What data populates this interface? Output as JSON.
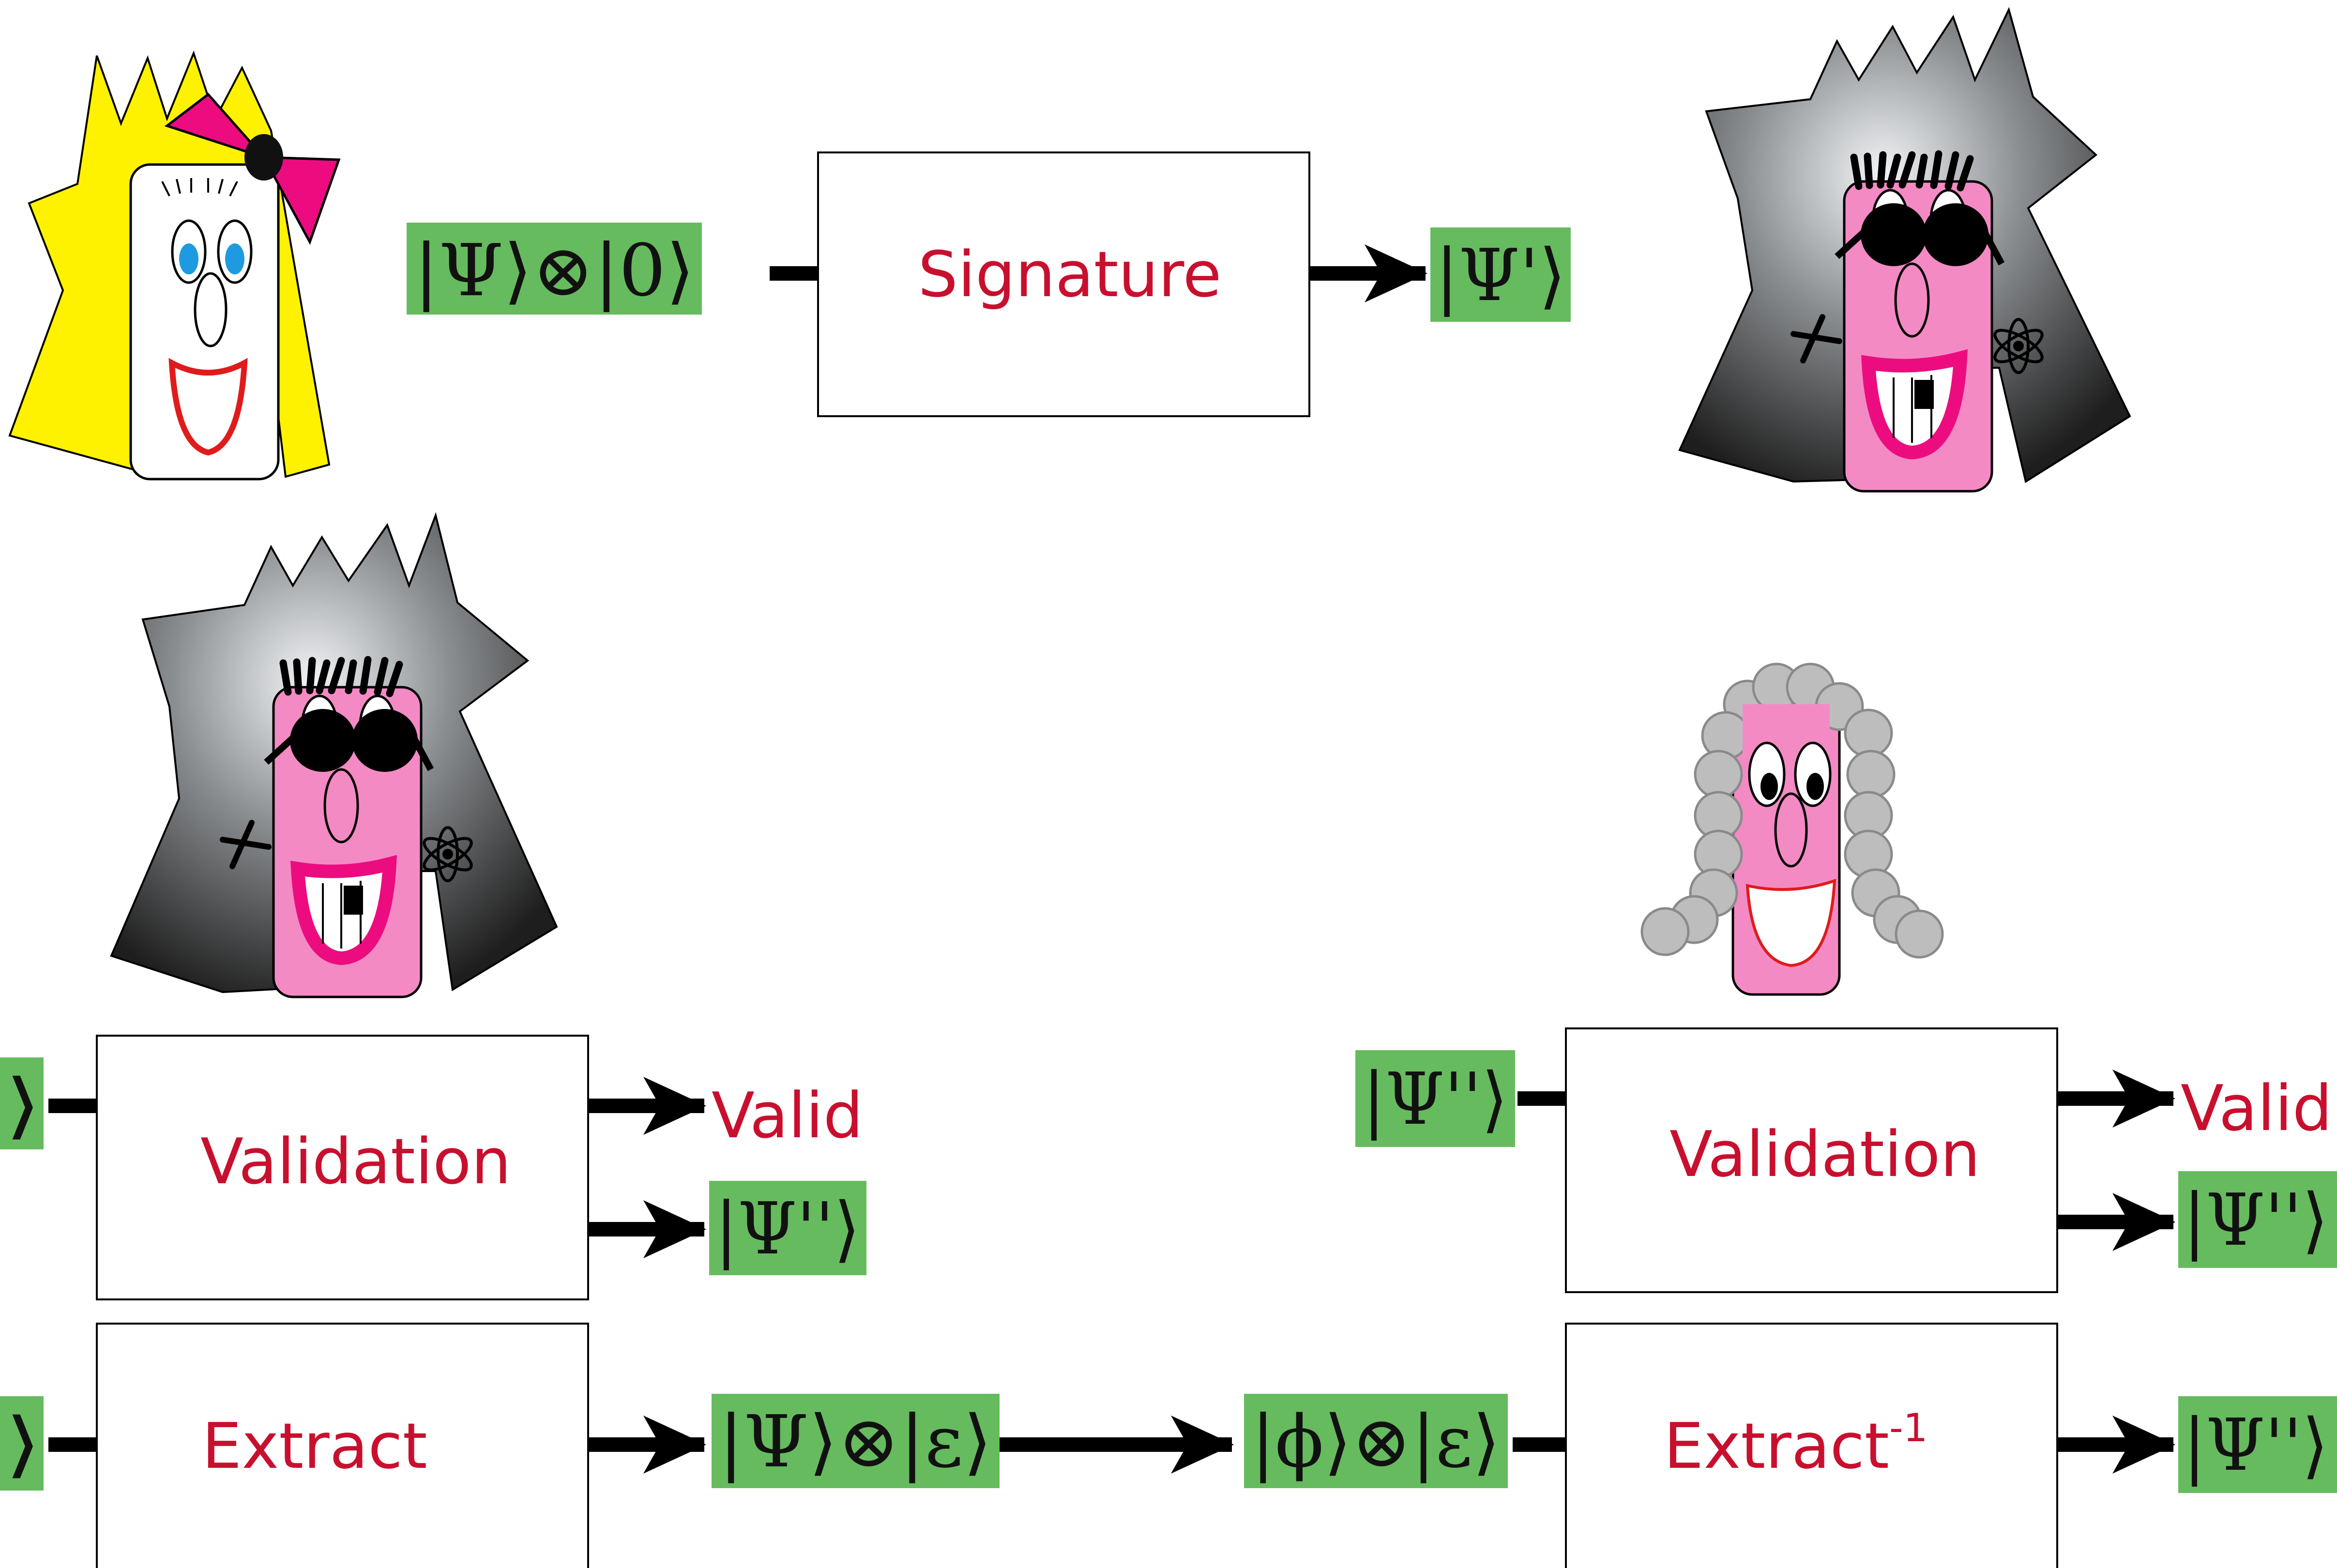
{
  "colors": {
    "box_label": "#c8102e",
    "ket_background": "#66bb5f",
    "arrow": "#000000",
    "hair_blonde": "#fff200",
    "bow": "#ec0c80",
    "face_pink": "#f48ac4",
    "wig_gray": "#bdbdbd"
  },
  "characters": {
    "alice": "blonde-character-with-pink-bow",
    "eve_top": "dark-haired-character-with-sunglasses",
    "eve_left": "dark-haired-character-with-sunglasses",
    "judge": "judge-character-with-powdered-wig"
  },
  "signature_row": {
    "input_ket": "|Ψ⟩⊗|0⟩",
    "box_label": "Signature",
    "output_ket": "|Ψ'⟩"
  },
  "validation_left": {
    "input_ket": "|Ψ'⟩",
    "box_label": "Validation",
    "output_valid": "Valid",
    "output_ket": "|Ψ''⟩"
  },
  "validation_right": {
    "input_ket": "|Ψ''⟩",
    "box_label": "Validation",
    "output_valid": "Valid",
    "output_ket": "|Ψ''⟩"
  },
  "extract_row": {
    "input_ket": "|Ψ'⟩",
    "box_label": "Extract",
    "output_ket": "|Ψ⟩⊗|ε⟩",
    "inverse_input_ket": "|ϕ⟩⊗|ε⟩",
    "inverse_box_label": "Extract",
    "inverse_superscript": "-1",
    "inverse_output_ket": "|Ψ''⟩"
  }
}
